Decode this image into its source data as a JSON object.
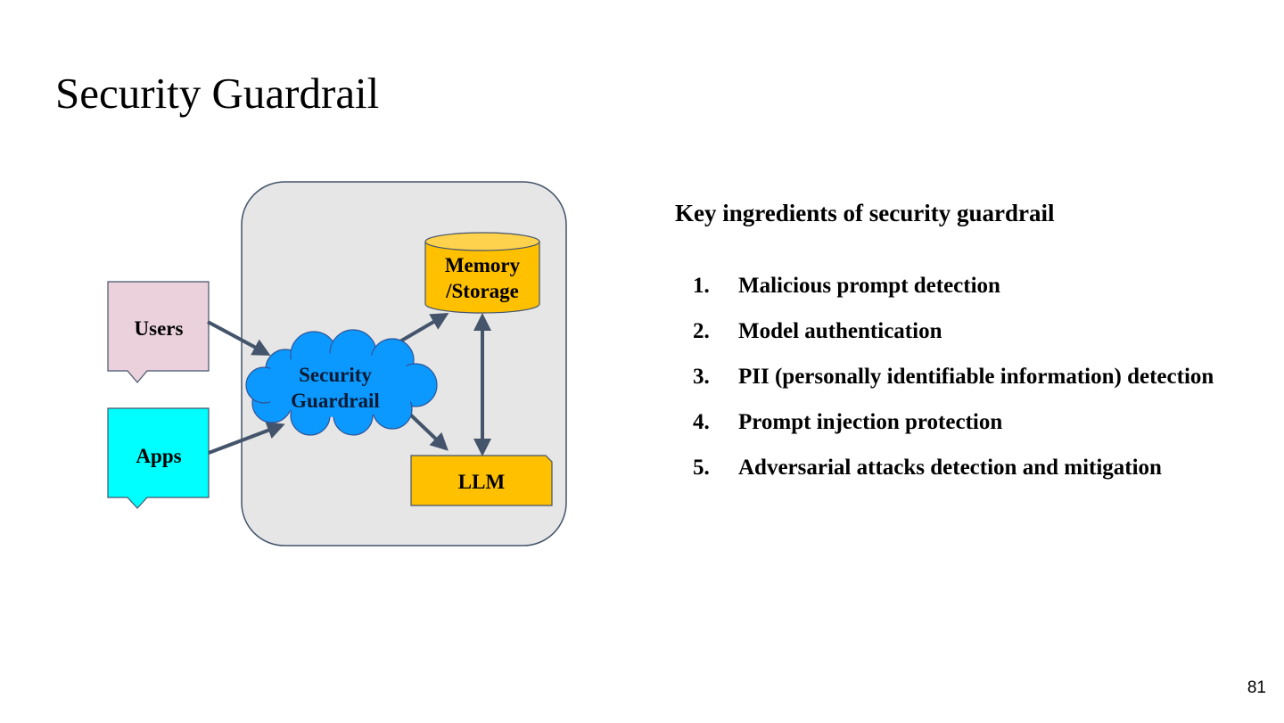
{
  "slide": {
    "title": "Security Guardrail",
    "page_number": "81"
  },
  "diagram": {
    "users_label": "Users",
    "apps_label": "Apps",
    "guardrail_label_line1": "Security",
    "guardrail_label_line2": "Guardrail",
    "memory_label_line1": "Memory",
    "memory_label_line2": "/Storage",
    "llm_label": "LLM",
    "colors": {
      "container_fill": "#e6e6e6",
      "users_fill": "#ead1dc",
      "apps_fill": "#00ffff",
      "cloud_fill": "#0b99ff",
      "storage_fill": "#ffc000",
      "arrow": "#44546a"
    }
  },
  "ingredients": {
    "heading": "Key ingredients of security guardrail",
    "items": [
      {
        "num": "1.",
        "text": "Malicious prompt detection"
      },
      {
        "num": "2.",
        "text": "Model authentication"
      },
      {
        "num": "3.",
        "text": "PII (personally identifiable information) detection"
      },
      {
        "num": "4.",
        "text": "Prompt injection protection"
      },
      {
        "num": "5.",
        "text": "Adversarial attacks detection and mitigation"
      }
    ]
  }
}
